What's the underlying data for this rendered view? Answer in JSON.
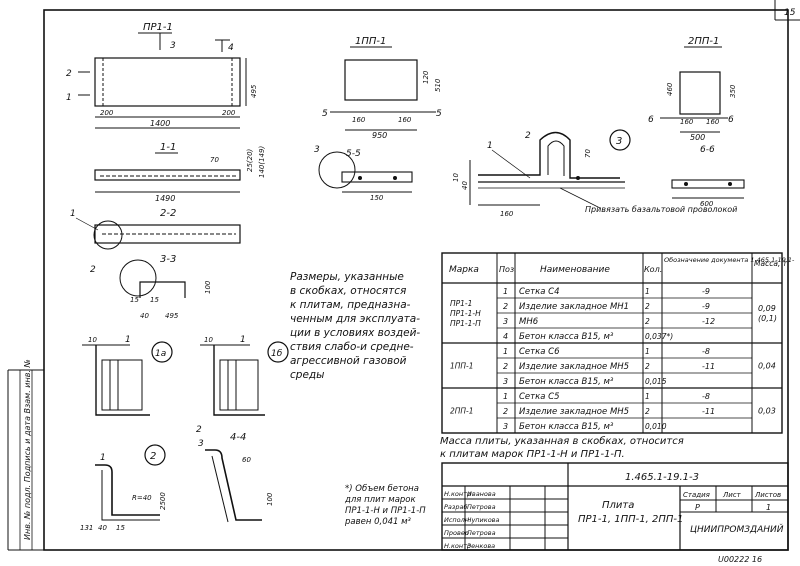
{
  "sheet_number": "15",
  "side_label": "Инв. № подл.   Подпись и дата   Взам. инв. №",
  "views": {
    "pr11": "ПР1-1",
    "pp1": "1ПП-1",
    "pp2": "2ПП-1",
    "sec11": "1-1",
    "sec22": "2-2",
    "sec33": "3-3",
    "sec44": "4-4",
    "sec55": "5-5",
    "sec66": "6-6"
  },
  "dims": {
    "d3": "3",
    "d4": "4",
    "d2": "2",
    "d1": "1",
    "d5": "5",
    "d6": "6",
    "d200a": "200",
    "d200b": "200",
    "d1400": "1400",
    "d495": "495",
    "d950": "950",
    "d160a": "160",
    "d160b": "160",
    "d510": "510",
    "d120": "120",
    "d500": "500",
    "d350": "350",
    "d460": "460",
    "d160c": "160",
    "d160d": "160",
    "d1490": "1490",
    "d70": "70",
    "d25_20": "25(20)",
    "d140_149": "140(149)",
    "d150": "150",
    "d160e": "160",
    "d600": "600",
    "d40": "40",
    "d10": "10",
    "d15a": "15",
    "d15b": "15",
    "d40b": "40",
    "d495b": "495",
    "d100": "100",
    "dR40": "R=40",
    "d2500": "2500",
    "d60": "60",
    "d131": "131",
    "d40c": "40",
    "d15c": "15"
  },
  "callouts": {
    "c1": "1",
    "c2": "2",
    "c3": "3",
    "c1a": "1а",
    "c1b": "1б",
    "c2b": "2",
    "tie_note": "Привязать базальтовой проволокой"
  },
  "notes": {
    "sizes": [
      "Размеры, указанные",
      "в скобках, относятся",
      "к плитам, предназна-",
      "ченным для эксплуата-",
      "ции в условиях воздей-",
      "ствия слабо-и средне-",
      "агрессивной газовой",
      "среды"
    ],
    "mass": [
      "Масса плиты, указанная в скобках, относится",
      "к плитам марок ПР1-1-Н и ПР1-1-П."
    ],
    "concrete": [
      "*) Объем бетона",
      "для плит марок",
      "ПР1-1-Н и ПР1-1-П",
      "равен 0,041 м³"
    ]
  },
  "spec_table": {
    "headers": [
      "Марка",
      "Поз.",
      "Наименование",
      "Кол.",
      "Обозначение документа 1.465.1-19.1-",
      "Масса, т"
    ],
    "groups": [
      {
        "mark": "ПР1-1\nПР1-1-Н\nПР1-1-П",
        "mass": "0,09\n(0,1)",
        "rows": [
          {
            "pos": "1",
            "name": "Сетка С4",
            "qty": "1",
            "doc": "-9"
          },
          {
            "pos": "2",
            "name": "Изделие закладное МН1",
            "qty": "2",
            "doc": "-9"
          },
          {
            "pos": "3",
            "name": "МН6",
            "qty": "2",
            "doc": "-12"
          },
          {
            "pos": "4",
            "name": "Бетон класса В15, м³",
            "qty": "0,037*)",
            "doc": ""
          }
        ]
      },
      {
        "mark": "1ПП-1",
        "mass": "0,04",
        "rows": [
          {
            "pos": "1",
            "name": "Сетка С6",
            "qty": "1",
            "doc": "-8"
          },
          {
            "pos": "2",
            "name": "Изделие закладное МН5",
            "qty": "2",
            "doc": "-11"
          },
          {
            "pos": "3",
            "name": "Бетон класса В15, м³",
            "qty": "0,015",
            "doc": ""
          }
        ]
      },
      {
        "mark": "2ПП-1",
        "mass": "0,03",
        "rows": [
          {
            "pos": "1",
            "name": "Сетка С5",
            "qty": "1",
            "doc": "-8"
          },
          {
            "pos": "2",
            "name": "Изделие закладное МН5",
            "qty": "2",
            "doc": "-11"
          },
          {
            "pos": "3",
            "name": "Бетон класса В15, м³",
            "qty": "0,010",
            "doc": ""
          }
        ]
      }
    ]
  },
  "title_block": {
    "doc_code": "1.465.1-19.1-3",
    "title_lines": [
      "Плита",
      "ПР1-1, 1ПП-1, 2ПП-1"
    ],
    "stage_label": "Стадия",
    "sheet_label": "Лист",
    "sheets_label": "Листов",
    "stage": "Р",
    "sheet": "",
    "sheets": "1",
    "org": "ЦНИИПРОМЗДАНИЙ",
    "roles": [
      "Н.контр",
      "Разраб",
      "Исполн",
      "Провер",
      "Н.контр"
    ],
    "names": [
      "Иванова",
      "Петрова",
      "Чупикова",
      "Петрова",
      "Зенкова"
    ]
  },
  "footer_code": "U00222  16"
}
